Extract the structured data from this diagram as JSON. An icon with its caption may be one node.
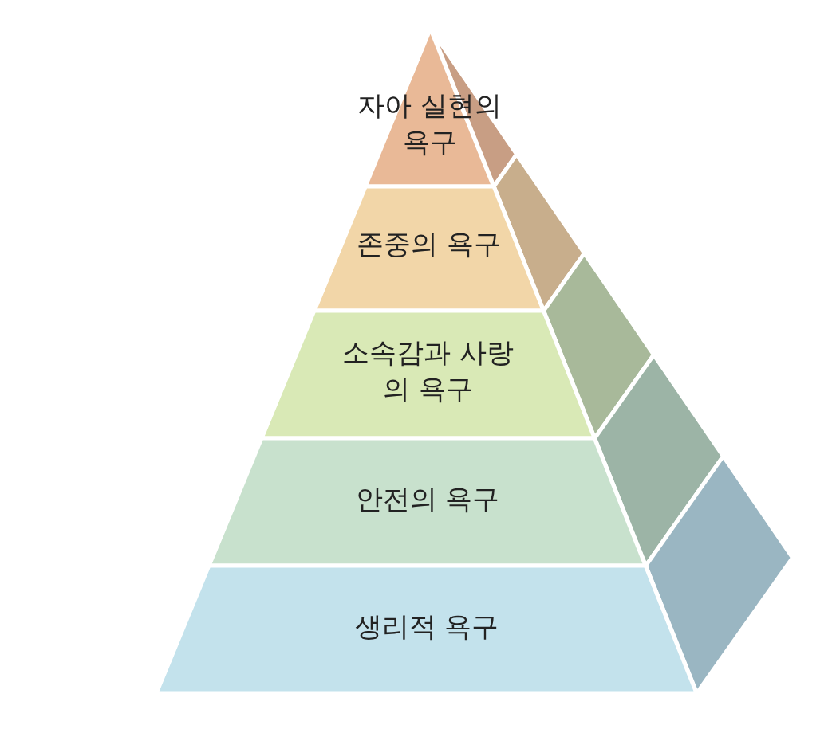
{
  "diagram": {
    "nodes": [
      {
        "text": [
          "자아 실현의 욕구"
        ]
      },
      {
        "text": [
          "존중의 욕구"
        ]
      },
      {
        "text": [
          "소속감과 사랑의 욕구"
        ]
      },
      {
        "text": [
          "안전의 욕구"
        ]
      },
      {
        "text": [
          "생리적 욕구"
        ]
      }
    ]
  }
}
